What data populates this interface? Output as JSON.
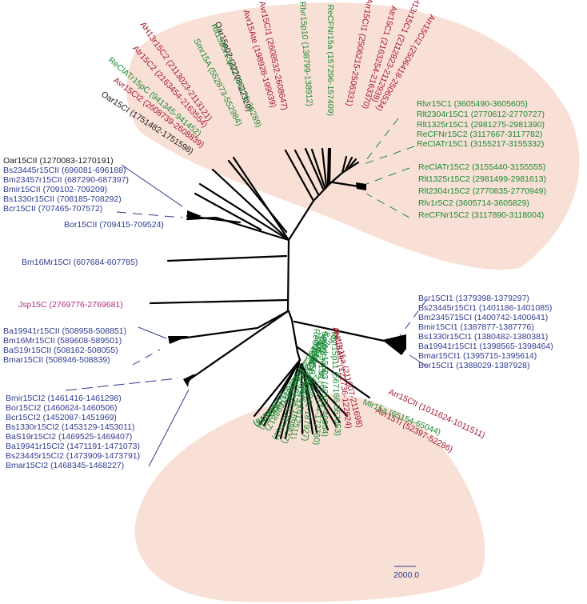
{
  "figure": {
    "title": "",
    "scale_bar_label": "2000.0",
    "colors": {
      "highlight_fill": "#f9e0d6",
      "blue": "#2e3b8f",
      "green": "#1a8a34",
      "red": "#a3172f",
      "black": "#1a1a1a",
      "magenta": "#b0307a",
      "branch": "#000000"
    }
  },
  "left_groups": {
    "c15cII": [
      {
        "label": "Oar15CII (1270083-1270191)",
        "color": "black"
      },
      {
        "label": "Bs23445r15CII (696081-696188)",
        "color": "blue"
      },
      {
        "label": "Bm23457r15CII (687290-687397)",
        "color": "blue"
      },
      {
        "label": "Bmir15CII (709102-709209)",
        "color": "blue"
      },
      {
        "label": "Bs1330r15CII (708185-708292)",
        "color": "blue"
      },
      {
        "label": "Bcr15CII (707465-707572)",
        "color": "blue"
      }
    ],
    "bor15cII": {
      "label": "Bor15CII (709415-709524)",
      "color": "blue"
    },
    "bm16": {
      "label": "Bm16Mr15CI (607684-607785)",
      "color": "blue"
    },
    "jsp": {
      "label": "Jsp15C (2769776-2769681)",
      "color": "magenta"
    },
    "ba_group": [
      {
        "label": "Ba19941r15CII (508958-508851)",
        "color": "blue"
      },
      {
        "label": "Bm16Mr15CII (589608-589501)",
        "color": "blue"
      },
      {
        "label": "BaS19r15CII  (508162-508055)",
        "color": "blue"
      },
      {
        "label": "Bmar15CII (508946-508839)",
        "color": "blue"
      }
    ],
    "ci2_group": [
      {
        "label": "Bmir15CI2 (1461416-1461298)",
        "color": "blue"
      },
      {
        "label": "Bor15CI2 (1460624-1460506)",
        "color": "blue"
      },
      {
        "label": "Bcr15CI2 (1452087-1451969)",
        "color": "blue"
      },
      {
        "label": "Bs1330r15CI2 (1453129-1453011)",
        "color": "blue"
      },
      {
        "label": "BaS19r15CI2 (1469525-1469407)",
        "color": "blue"
      },
      {
        "label": "Ba19941r15CI2 (1471191-1471073)",
        "color": "blue"
      },
      {
        "label": "Bs23445r15CI2 (1473909-1473791)",
        "color": "blue"
      },
      {
        "label": "Bmar15CI2 (1468345-1468227)",
        "color": "blue"
      }
    ]
  },
  "right_groups": {
    "ci1_group": [
      {
        "label": "Bcr15CI1 (1379398-1379297)",
        "color": "blue"
      },
      {
        "label": "Bs23445r15CI1 (1401186-1401085)",
        "color": "blue"
      },
      {
        "label": "Bm2345715CI (1400742-1400641)",
        "color": "blue"
      },
      {
        "label": "Bmir15CI1 (1387877-1387776)",
        "color": "blue"
      },
      {
        "label": "Bs1330r15CI1 (1380482-1380381)",
        "color": "blue"
      },
      {
        "label": "Ba19941r15CI1 (1398565-1398464)",
        "color": "blue"
      },
      {
        "label": "Bmar15CI1 (1395715-1395614)",
        "color": "blue"
      },
      {
        "label": "Bor15CI1 (1388029-1387928)",
        "color": "blue"
      }
    ],
    "c1_group": [
      {
        "label": "Rlvr15C1 (3605490-3605605)",
        "color": "green"
      },
      {
        "label": "Rlt2304r15C1 (2770612-2770727)",
        "color": "green"
      },
      {
        "label": "Rlt1325r15C1 (2981275-2981390)",
        "color": "green"
      },
      {
        "label": "ReCFNr15C2 (3117667-3117782)",
        "color": "green"
      },
      {
        "label": "ReClATr15C1 (3155217-3155332)",
        "color": "green"
      }
    ],
    "c2_group": [
      {
        "label": "ReClATr15C2 (3155440-3155555)",
        "color": "green"
      },
      {
        "label": "Rlt1325r15C2 (2981499-2981613)",
        "color": "green"
      },
      {
        "label": "Rlt2304r15C2 (2770835-2770949)",
        "color": "green"
      },
      {
        "label": "Rlv1r5C2 (3605714-3605829)",
        "color": "green"
      },
      {
        "label": "ReCFNr15C2 (3117890-3118004)",
        "color": "green"
      }
    ]
  },
  "top_radial": [
    {
      "label": "Oar15CI (1751482-1751598)",
      "color": "black"
    },
    {
      "label": "Avr15CI2 (2608739-2608839)",
      "color": "red"
    },
    {
      "label": "ReClATr15pC (941345-941452)",
      "color": "green"
    },
    {
      "label": "Atr15C2 (2163454-2163554)",
      "color": "red"
    },
    {
      "label": "AH13r15C2 (2113023-2113121)",
      "color": "red"
    },
    {
      "label": "Smr15A (552873-552984)",
      "color": "green"
    },
    {
      "label": "Oar15p02 (22208-22320)",
      "color": "black"
    },
    {
      "label": "Rlt1325r15p02 (36176-36289)",
      "color": "green"
    },
    {
      "label": "Avr15Ate (198928-199039)",
      "color": "red"
    },
    {
      "label": "Avr15CI1 (2608532-2608647)",
      "color": "red"
    },
    {
      "label": "Rlvr15p10 (138799-138912)",
      "color": "green"
    },
    {
      "label": "ReCFNr15a (157296-157409)",
      "color": "green"
    },
    {
      "label": "Arr15CI1 (2506215-2506331)",
      "color": "red"
    },
    {
      "label": "Atr15C1 (2163254-2163370)",
      "color": "red"
    },
    {
      "label": "AH13r15C1 (2112823-2112939)",
      "color": "red"
    },
    {
      "label": "Arr15CI2 (2506418-2506534)",
      "color": "red"
    }
  ],
  "bottom_radial": [
    {
      "label": "Sfr15b (134190-134078)",
      "color": "green"
    },
    {
      "label": "Smedr15C2 (1337331-1337212)",
      "color": "green"
    },
    {
      "label": "Sfr15C2 (1612830-1612711)",
      "color": "green"
    },
    {
      "label": "Smr15C2 (1698937-1698817)",
      "color": "green"
    },
    {
      "label": "Smedr15C1 (1337126-1337011)",
      "color": "green"
    },
    {
      "label": "Sm15C1 (1698731-1698617)",
      "color": "green"
    },
    {
      "label": "Sfr15C1 (1612626-1612511)",
      "color": "green"
    },
    {
      "label": "ReClATr15B (188041-187927)",
      "color": "green"
    },
    {
      "label": "ReCFN15d (172874-172760)",
      "color": "green"
    },
    {
      "label": "Smedr15p03  (40165-40054)",
      "color": "green"
    },
    {
      "label": "Rlvr15p11 (567166-567053)",
      "color": "green"
    },
    {
      "label": "Avr15Atc (122736-122624)",
      "color": "red"
    },
    {
      "label": "AH13r15a (211807-211698)",
      "color": "red"
    },
    {
      "label": "Avr15Ti (52397-52286)",
      "color": "red"
    },
    {
      "label": "Mlr15a (65154-65044)",
      "color": "green"
    },
    {
      "label": "Arr15CII (1011624-1011511)",
      "color": "red"
    }
  ]
}
